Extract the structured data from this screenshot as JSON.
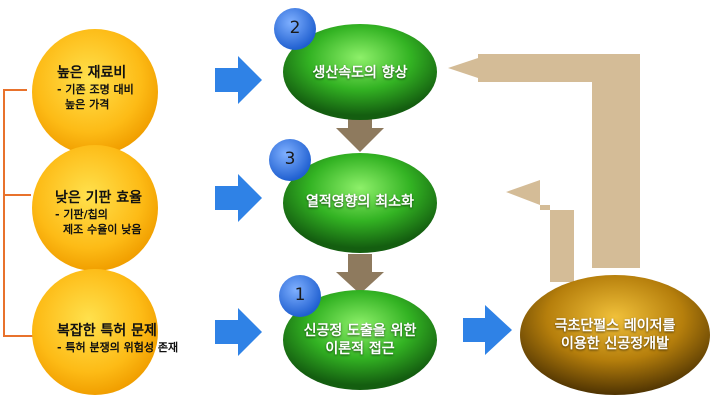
{
  "problems": [
    {
      "title": "높은 재료비",
      "line1": "- 기존 조명 대비",
      "line2": "높은 가격"
    },
    {
      "title": "낮은 기판 효율",
      "line1": "- 기판/칩의",
      "line2": "제조 수율이 낮음"
    },
    {
      "title": "복잡한 특허 문제",
      "line1": "- 특허 분쟁의 위험성 존재",
      "line2": ""
    }
  ],
  "steps": [
    {
      "number": "2",
      "label": "생산속도의 향상"
    },
    {
      "number": "3",
      "label": "열적영향의 최소화"
    },
    {
      "number": "1",
      "label_line1": "신공정 도출을 위한",
      "label_line2": "이론적 접근"
    }
  ],
  "goal": {
    "line1": "극초단펄스 레이저를",
    "line2": "이용한 신공정개발"
  },
  "colors": {
    "problem_fill": "#fdb913",
    "bracket": "#e8722c",
    "arrow_blue": "#2f7fe0",
    "step_green": "#3fb62c",
    "badge_blue": "#2f6fd6",
    "arrow_brown": "#8b7355",
    "arrow_tan": "#cdb38a",
    "goal_gold": "#b5820f"
  }
}
